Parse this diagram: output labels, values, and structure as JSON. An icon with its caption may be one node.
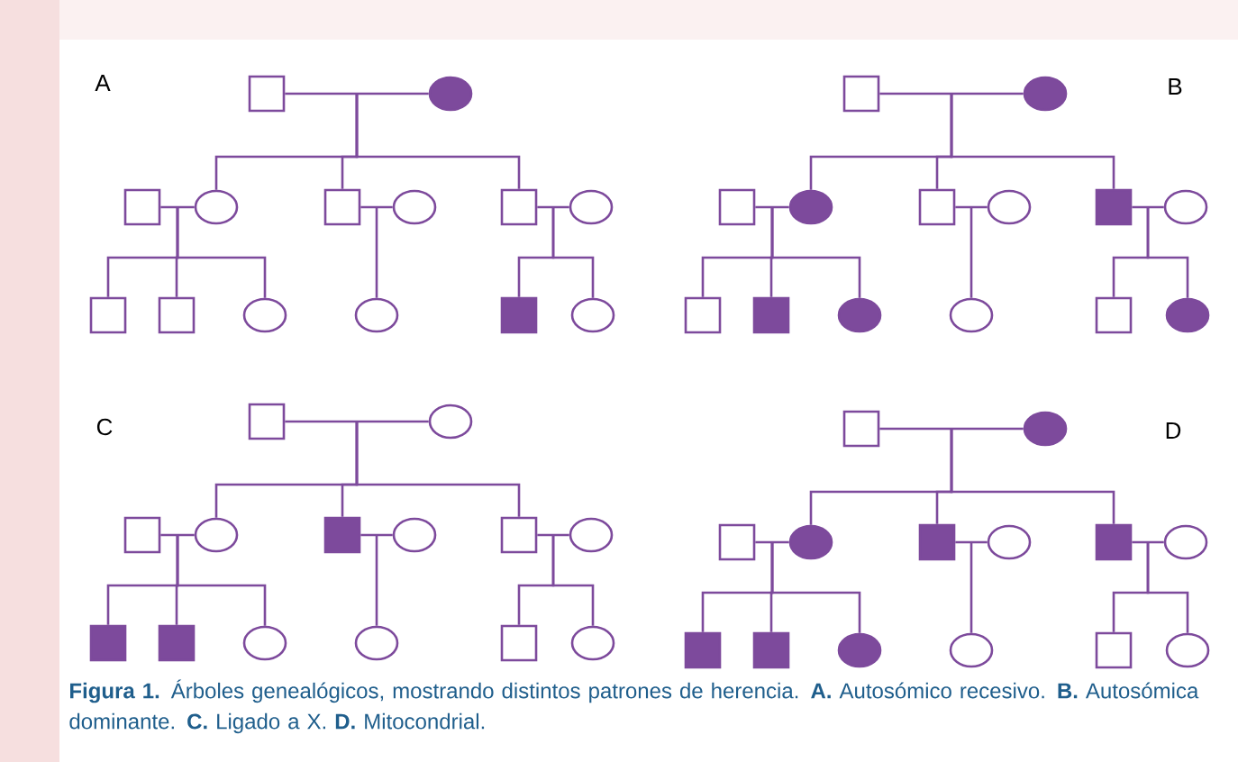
{
  "diagram": {
    "caption": "**Figura 1.** Árboles genealógicos, mostrando distintos patrones de herencia. **A.** Autosómico recesivo. **B.** Autosómica dominante. **C.** Ligado a X. **D.** Mitocondrial.",
    "nodes": [
      {
        "text": [],
        "shape": "box"
      },
      {
        "text": [],
        "shape": "disc"
      },
      {
        "text": [],
        "shape": "box"
      },
      {
        "text": [],
        "shape": "circle"
      },
      {
        "text": [],
        "shape": "box"
      },
      {
        "text": [],
        "shape": "circle"
      },
      {
        "text": [],
        "shape": "box"
      },
      {
        "text": [],
        "shape": "circle"
      },
      {
        "text": [],
        "shape": "box"
      },
      {
        "text": [],
        "shape": "box"
      },
      {
        "text": [],
        "shape": "circle"
      },
      {
        "text": [],
        "shape": "circle"
      },
      {
        "text": [],
        "shape": "block"
      },
      {
        "text": [],
        "shape": "circle"
      },
      {
        "text": [],
        "shape": "box"
      },
      {
        "text": [],
        "shape": "disc"
      },
      {
        "text": [],
        "shape": "box"
      },
      {
        "text": [],
        "shape": "disc"
      },
      {
        "text": [],
        "shape": "box"
      },
      {
        "text": [],
        "shape": "circle"
      },
      {
        "text": [],
        "shape": "block"
      },
      {
        "text": [],
        "shape": "circle"
      },
      {
        "text": [],
        "shape": "box"
      },
      {
        "text": [],
        "shape": "block"
      },
      {
        "text": [],
        "shape": "disc"
      },
      {
        "text": [],
        "shape": "circle"
      },
      {
        "text": [],
        "shape": "box"
      },
      {
        "text": [],
        "shape": "disc"
      },
      {
        "text": [],
        "shape": "box"
      },
      {
        "text": [],
        "shape": "circle"
      },
      {
        "text": [],
        "shape": "box"
      },
      {
        "text": [],
        "shape": "circle"
      },
      {
        "text": [],
        "shape": "block"
      },
      {
        "text": [],
        "shape": "circle"
      },
      {
        "text": [],
        "shape": "box"
      },
      {
        "text": [],
        "shape": "circle"
      },
      {
        "text": [],
        "shape": "block"
      },
      {
        "text": [],
        "shape": "block"
      },
      {
        "text": [],
        "shape": "circle"
      },
      {
        "text": [],
        "shape": "circle"
      },
      {
        "text": [],
        "shape": "box"
      },
      {
        "text": [],
        "shape": "circle"
      },
      {
        "text": [],
        "shape": "box"
      },
      {
        "text": [],
        "shape": "disc"
      },
      {
        "text": [],
        "shape": "box"
      },
      {
        "text": [],
        "shape": "disc"
      },
      {
        "text": [],
        "shape": "block"
      },
      {
        "text": [],
        "shape": "circle"
      },
      {
        "text": [],
        "shape": "block"
      },
      {
        "text": [],
        "shape": "circle"
      },
      {
        "text": [],
        "shape": "block"
      },
      {
        "text": [],
        "shape": "block"
      },
      {
        "text": [],
        "shape": "disc"
      },
      {
        "text": [],
        "shape": "circle"
      },
      {
        "text": [],
        "shape": "box"
      },
      {
        "text": [],
        "shape": "circle"
      }
    ],
    "edges": [
      {
        "from": 0,
        "to": 1,
        "arrow": "none"
      },
      {
        "from": 2,
        "to": 3,
        "arrow": "none"
      },
      {
        "from": 4,
        "to": 5,
        "arrow": "none"
      },
      {
        "from": 6,
        "to": 7,
        "arrow": "none"
      },
      {
        "from": 0,
        "to": 3,
        "arrow": "none"
      },
      {
        "from": 1,
        "to": 3,
        "arrow": "none"
      },
      {
        "from": 0,
        "to": 4,
        "arrow": "none"
      },
      {
        "from": 1,
        "to": 4,
        "arrow": "none"
      },
      {
        "from": 0,
        "to": 6,
        "arrow": "none"
      },
      {
        "from": 1,
        "to": 6,
        "arrow": "none"
      },
      {
        "from": 2,
        "to": 8,
        "arrow": "none"
      },
      {
        "from": 3,
        "to": 8,
        "arrow": "none"
      },
      {
        "from": 2,
        "to": 9,
        "arrow": "none"
      },
      {
        "from": 3,
        "to": 9,
        "arrow": "none"
      },
      {
        "from": 2,
        "to": 10,
        "arrow": "none"
      },
      {
        "from": 3,
        "to": 10,
        "arrow": "none"
      },
      {
        "from": 4,
        "to": 11,
        "arrow": "none"
      },
      {
        "from": 5,
        "to": 11,
        "arrow": "none"
      },
      {
        "from": 6,
        "to": 12,
        "arrow": "none"
      },
      {
        "from": 7,
        "to": 12,
        "arrow": "none"
      },
      {
        "from": 6,
        "to": 13,
        "arrow": "none"
      },
      {
        "from": 7,
        "to": 13,
        "arrow": "none"
      },
      {
        "from": 14,
        "to": 15,
        "arrow": "none"
      },
      {
        "from": 16,
        "to": 17,
        "arrow": "none"
      },
      {
        "from": 18,
        "to": 19,
        "arrow": "none"
      },
      {
        "from": 20,
        "to": 21,
        "arrow": "none"
      },
      {
        "from": 14,
        "to": 17,
        "arrow": "none"
      },
      {
        "from": 15,
        "to": 17,
        "arrow": "none"
      },
      {
        "from": 14,
        "to": 18,
        "arrow": "none"
      },
      {
        "from": 15,
        "to": 18,
        "arrow": "none"
      },
      {
        "from": 14,
        "to": 20,
        "arrow": "none"
      },
      {
        "from": 15,
        "to": 20,
        "arrow": "none"
      },
      {
        "from": 16,
        "to": 22,
        "arrow": "none"
      },
      {
        "from": 17,
        "to": 22,
        "arrow": "none"
      },
      {
        "from": 16,
        "to": 23,
        "arrow": "none"
      },
      {
        "from": 17,
        "to": 23,
        "arrow": "none"
      },
      {
        "from": 16,
        "to": 24,
        "arrow": "none"
      },
      {
        "from": 17,
        "to": 24,
        "arrow": "none"
      },
      {
        "from": 18,
        "to": 25,
        "arrow": "none"
      },
      {
        "from": 19,
        "to": 25,
        "arrow": "none"
      },
      {
        "from": 20,
        "to": 26,
        "arrow": "none"
      },
      {
        "from": 21,
        "to": 26,
        "arrow": "none"
      },
      {
        "from": 20,
        "to": 27,
        "arrow": "none"
      },
      {
        "from": 21,
        "to": 27,
        "arrow": "none"
      },
      {
        "from": 28,
        "to": 29,
        "arrow": "none"
      },
      {
        "from": 30,
        "to": 31,
        "arrow": "none"
      },
      {
        "from": 32,
        "to": 33,
        "arrow": "none"
      },
      {
        "from": 34,
        "to": 35,
        "arrow": "none"
      },
      {
        "from": 28,
        "to": 31,
        "arrow": "none"
      },
      {
        "from": 29,
        "to": 31,
        "arrow": "none"
      },
      {
        "from": 28,
        "to": 32,
        "arrow": "none"
      },
      {
        "from": 29,
        "to": 32,
        "arrow": "none"
      },
      {
        "from": 28,
        "to": 34,
        "arrow": "none"
      },
      {
        "from": 29,
        "to": 34,
        "arrow": "none"
      },
      {
        "from": 30,
        "to": 36,
        "arrow": "none"
      },
      {
        "from": 31,
        "to": 36,
        "arrow": "none"
      },
      {
        "from": 30,
        "to": 37,
        "arrow": "none"
      },
      {
        "from": 31,
        "to": 37,
        "arrow": "none"
      },
      {
        "from": 30,
        "to": 38,
        "arrow": "none"
      },
      {
        "from": 31,
        "to": 38,
        "arrow": "none"
      },
      {
        "from": 32,
        "to": 39,
        "arrow": "none"
      },
      {
        "from": 33,
        "to": 39,
        "arrow": "none"
      },
      {
        "from": 34,
        "to": 40,
        "arrow": "none"
      },
      {
        "from": 35,
        "to": 40,
        "arrow": "none"
      },
      {
        "from": 34,
        "to": 41,
        "arrow": "none"
      },
      {
        "from": 35,
        "to": 41,
        "arrow": "none"
      },
      {
        "from": 42,
        "to": 43,
        "arrow": "none"
      },
      {
        "from": 44,
        "to": 45,
        "arrow": "none"
      },
      {
        "from": 46,
        "to": 47,
        "arrow": "none"
      },
      {
        "from": 48,
        "to": 49,
        "arrow": "none"
      },
      {
        "from": 42,
        "to": 45,
        "arrow": "none"
      },
      {
        "from": 43,
        "to": 45,
        "arrow": "none"
      },
      {
        "from": 42,
        "to": 46,
        "arrow": "none"
      },
      {
        "from": 43,
        "to": 46,
        "arrow": "none"
      },
      {
        "from": 42,
        "to": 48,
        "arrow": "none"
      },
      {
        "from": 43,
        "to": 48,
        "arrow": "none"
      },
      {
        "from": 44,
        "to": 50,
        "arrow": "none"
      },
      {
        "from": 45,
        "to": 50,
        "arrow": "none"
      },
      {
        "from": 44,
        "to": 51,
        "arrow": "none"
      },
      {
        "from": 45,
        "to": 51,
        "arrow": "none"
      },
      {
        "from": 44,
        "to": 52,
        "arrow": "none"
      },
      {
        "from": 45,
        "to": 52,
        "arrow": "none"
      },
      {
        "from": 46,
        "to": 53,
        "arrow": "none"
      },
      {
        "from": 47,
        "to": 53,
        "arrow": "none"
      },
      {
        "from": 48,
        "to": 54,
        "arrow": "none"
      },
      {
        "from": 49,
        "to": 54,
        "arrow": "none"
      },
      {
        "from": 48,
        "to": 55,
        "arrow": "none"
      },
      {
        "from": 49,
        "to": 55,
        "arrow": "none"
      }
    ],
    "labels": [
      "A",
      "B",
      "C",
      "D"
    ]
  }
}
